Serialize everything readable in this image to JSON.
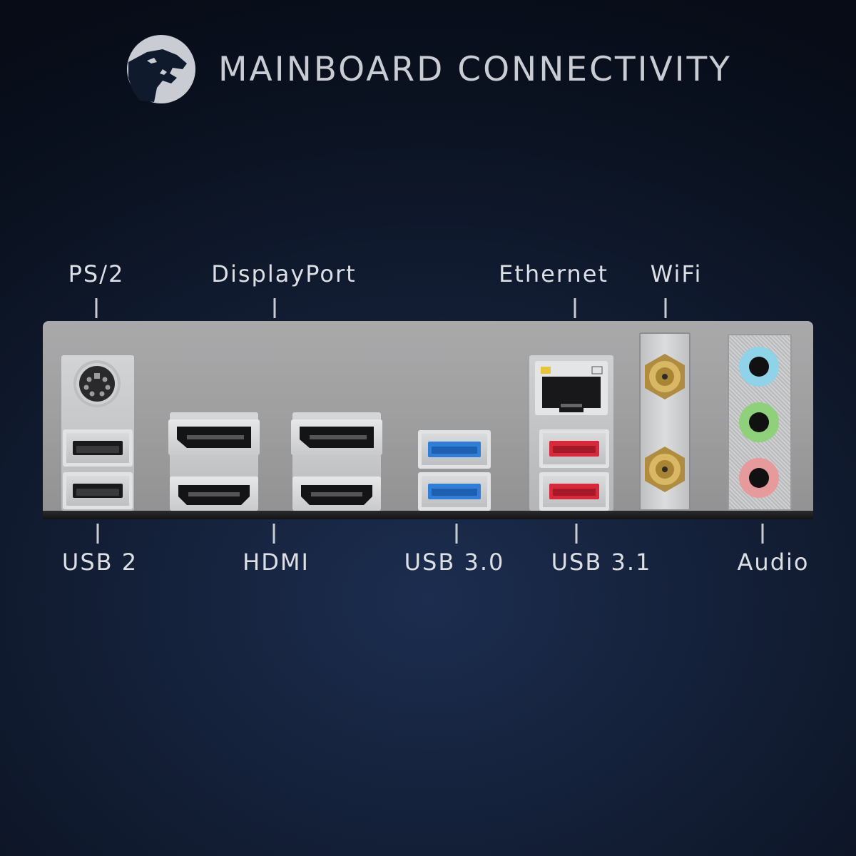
{
  "header": {
    "title": "MAINBOARD CONNECTIVITY",
    "logo_icon": "dinosaur-logo-icon"
  },
  "labels_top": {
    "ps2": "PS/2",
    "displayport": "DisplayPort",
    "ethernet": "Ethernet",
    "wifi": "WiFi"
  },
  "labels_bottom": {
    "usb2": "USB 2",
    "hdmi": "HDMI",
    "usb30": "USB 3.0",
    "usb31": "USB 3.1",
    "audio": "Audio"
  },
  "colors": {
    "usb30": "#2f7fd9",
    "usb31": "#d8283a",
    "usb2": "#1a1a1a",
    "audio_line_in": "#8fd3e8",
    "audio_line_out": "#8fd07a",
    "audio_mic": "#e79a9c",
    "antenna_gold": "#c9a24f"
  }
}
